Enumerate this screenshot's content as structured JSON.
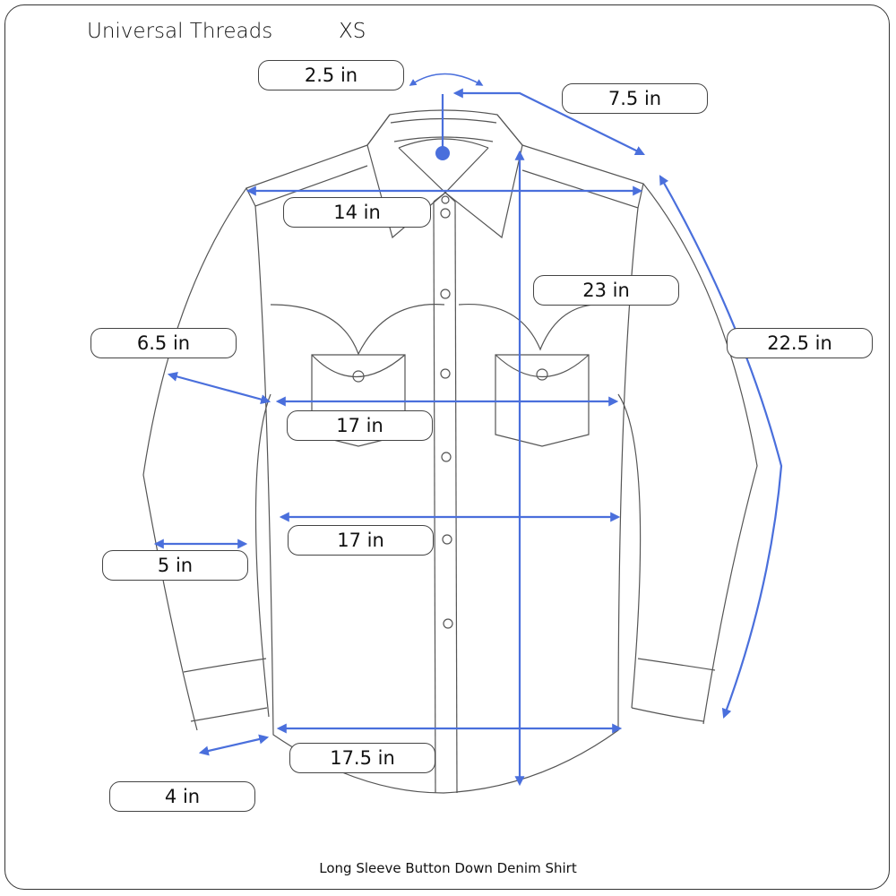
{
  "header": {
    "brand": "Universal Threads",
    "size": "XS"
  },
  "caption": "Long Sleeve Button Down Denim Shirt",
  "colors": {
    "measure_line": "#4a6fdc",
    "outline": "#555555",
    "frame": "#333333"
  },
  "measurements": {
    "collar": "2.5 in",
    "shoulder": "7.5 in",
    "shoulder_width": "14 in",
    "length": "23 in",
    "sleeve": "22.5 in",
    "bicep": "6.5 in",
    "chest": "17 in",
    "waist": "17 in",
    "forearm": "5 in",
    "hem": "17.5 in",
    "cuff": "4 in"
  }
}
